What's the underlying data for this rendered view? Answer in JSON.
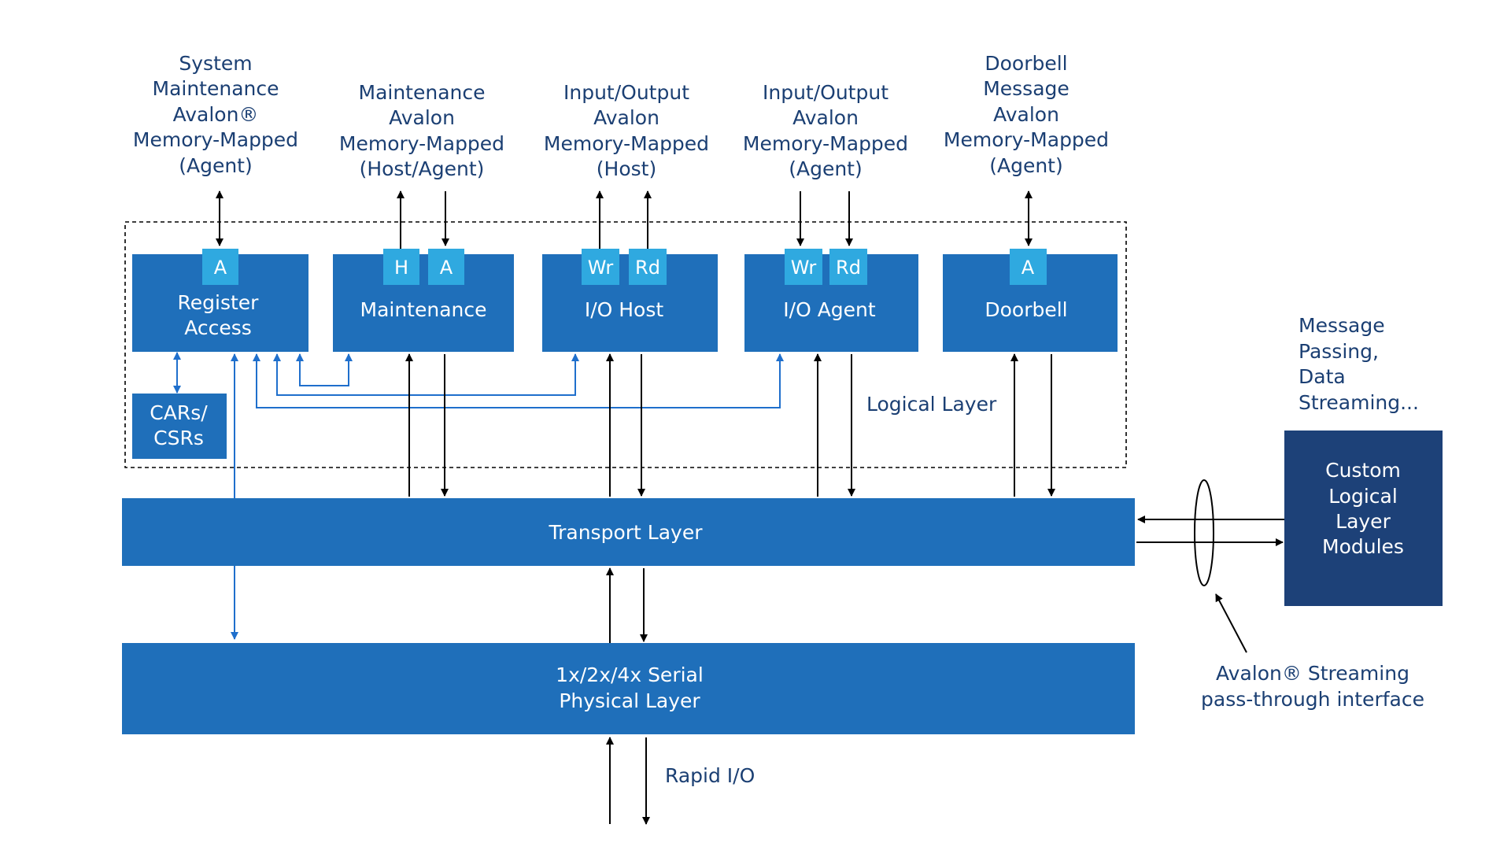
{
  "colors": {
    "block_blue": "#1f6fba",
    "port_cyan": "#2fa9e0",
    "custom_navy": "#1d4178",
    "label_navy": "#1b3f73",
    "arrow_blue": "#1f6fcc",
    "arrow_black": "#000000"
  },
  "interfaces": {
    "system_maintenance": [
      "System",
      "Maintenance",
      "Avalon®",
      "Memory-Mapped",
      "(Agent)"
    ],
    "maintenance": [
      "Maintenance",
      "Avalon",
      "Memory-Mapped",
      "(Host/Agent)"
    ],
    "io_host": [
      "Input/Output",
      "Avalon",
      "Memory-Mapped",
      "(Host)"
    ],
    "io_agent": [
      "Input/Output",
      "Avalon",
      "Memory-Mapped",
      "(Agent)"
    ],
    "doorbell": [
      "Doorbell",
      "Message",
      "Avalon",
      "Memory-Mapped",
      "(Agent)"
    ]
  },
  "blocks": {
    "register_access": {
      "label": [
        "Register",
        "Access"
      ],
      "ports": [
        "A"
      ]
    },
    "maintenance": {
      "label": [
        "Maintenance"
      ],
      "ports": [
        "H",
        "A"
      ]
    },
    "io_host": {
      "label": [
        "I/O Host"
      ],
      "ports": [
        "Wr",
        "Rd"
      ]
    },
    "io_agent": {
      "label": [
        "I/O Agent"
      ],
      "ports": [
        "Wr",
        "Rd"
      ]
    },
    "doorbell": {
      "label": [
        "Doorbell"
      ],
      "ports": [
        "A"
      ]
    },
    "cars_csrs": {
      "label": [
        "CARs/",
        "CSRs"
      ]
    },
    "transport_layer": {
      "label": [
        "Transport Layer"
      ]
    },
    "physical_layer": {
      "label": [
        "1x/2x/4x Serial",
        "Physical Layer"
      ]
    },
    "custom_modules": {
      "label": [
        "Custom",
        "Logical",
        "Layer",
        "Modules"
      ]
    }
  },
  "labels": {
    "logical_layer": "Logical Layer",
    "message_passing": [
      "Message",
      "Passing,",
      "Data",
      "Streaming..."
    ],
    "streaming_interface": [
      "Avalon® Streaming",
      "pass-through interface"
    ],
    "rapid_io": "Rapid I/O"
  }
}
